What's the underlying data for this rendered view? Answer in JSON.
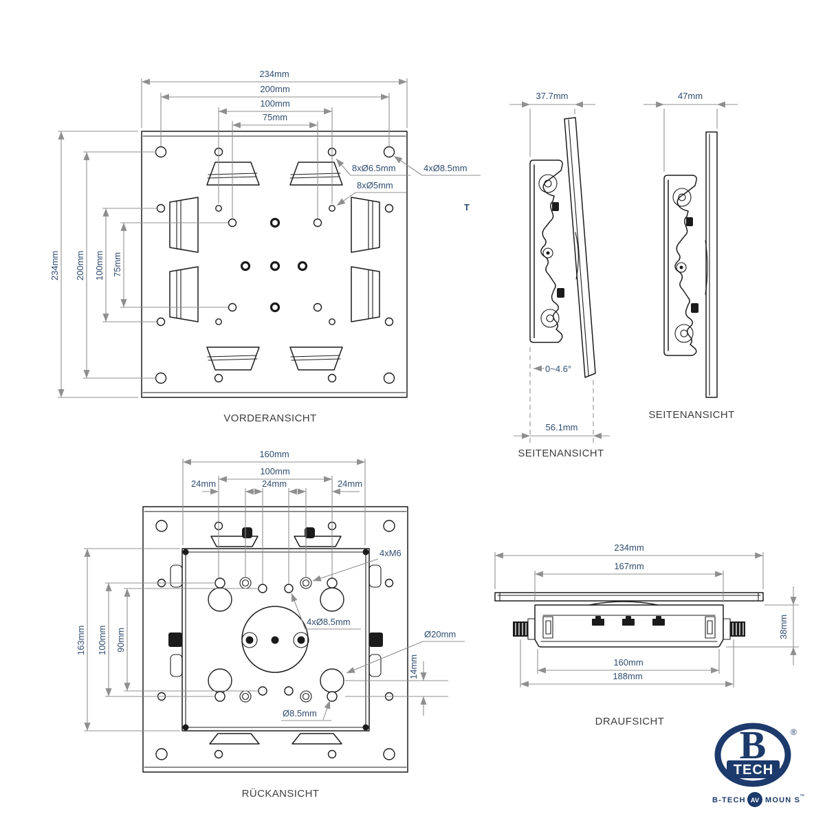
{
  "colors": {
    "drawing_line": "#1b1b1b",
    "dimension_line": "#8f8f8f",
    "dimension_text": "#2f4d70",
    "view_label_text": "#3e3e3e",
    "logo_navy": "#1c3a6b"
  },
  "front_view": {
    "label": "VORDERANSICHT",
    "dim_w_234": "234mm",
    "dim_w_200": "200mm",
    "dim_w_100": "100mm",
    "dim_w_75": "75mm",
    "dim_h_234": "234mm",
    "dim_h_200": "200mm",
    "dim_h_100": "100mm",
    "dim_h_75": "75mm",
    "callout_6_5": "8xØ6.5mm",
    "callout_8_5": "4xØ8.5mm",
    "callout_5": "8xØ5mm",
    "stray_mark": "T"
  },
  "side_view_tilted": {
    "label": "SEITENANSICHT",
    "dim_top": "37.7mm",
    "dim_bottom": "56.1mm",
    "tilt": "0~4.6°"
  },
  "side_view_straight": {
    "label": "SEITENANSICHT",
    "dim_top": "47mm"
  },
  "rear_view": {
    "label": "RÜCKANSICHT",
    "dim_w_160": "160mm",
    "dim_w_100": "100mm",
    "dim_24_left": "24mm",
    "dim_24_mid": "24mm",
    "dim_24_right": "24mm",
    "dim_h_163": "163mm",
    "dim_h_100": "100mm",
    "dim_h_90": "90mm",
    "dim_14": "14mm",
    "callout_m6": "4xM6",
    "callout_8_5": "4xØ8.5mm",
    "callout_20": "Ø20mm",
    "callout_8_5_single": "Ø8.5mm"
  },
  "top_view": {
    "label": "DRAUFSICHT",
    "dim_234": "234mm",
    "dim_167": "167mm",
    "dim_38": "38mm",
    "dim_160": "160mm",
    "dim_188": "188mm"
  },
  "logo": {
    "monogram": "B",
    "word": "TECH",
    "registered": "®",
    "tagline_brand": "B-TECH",
    "badge": "AV",
    "tagline_product": "MOUN S",
    "trademark": "™"
  }
}
